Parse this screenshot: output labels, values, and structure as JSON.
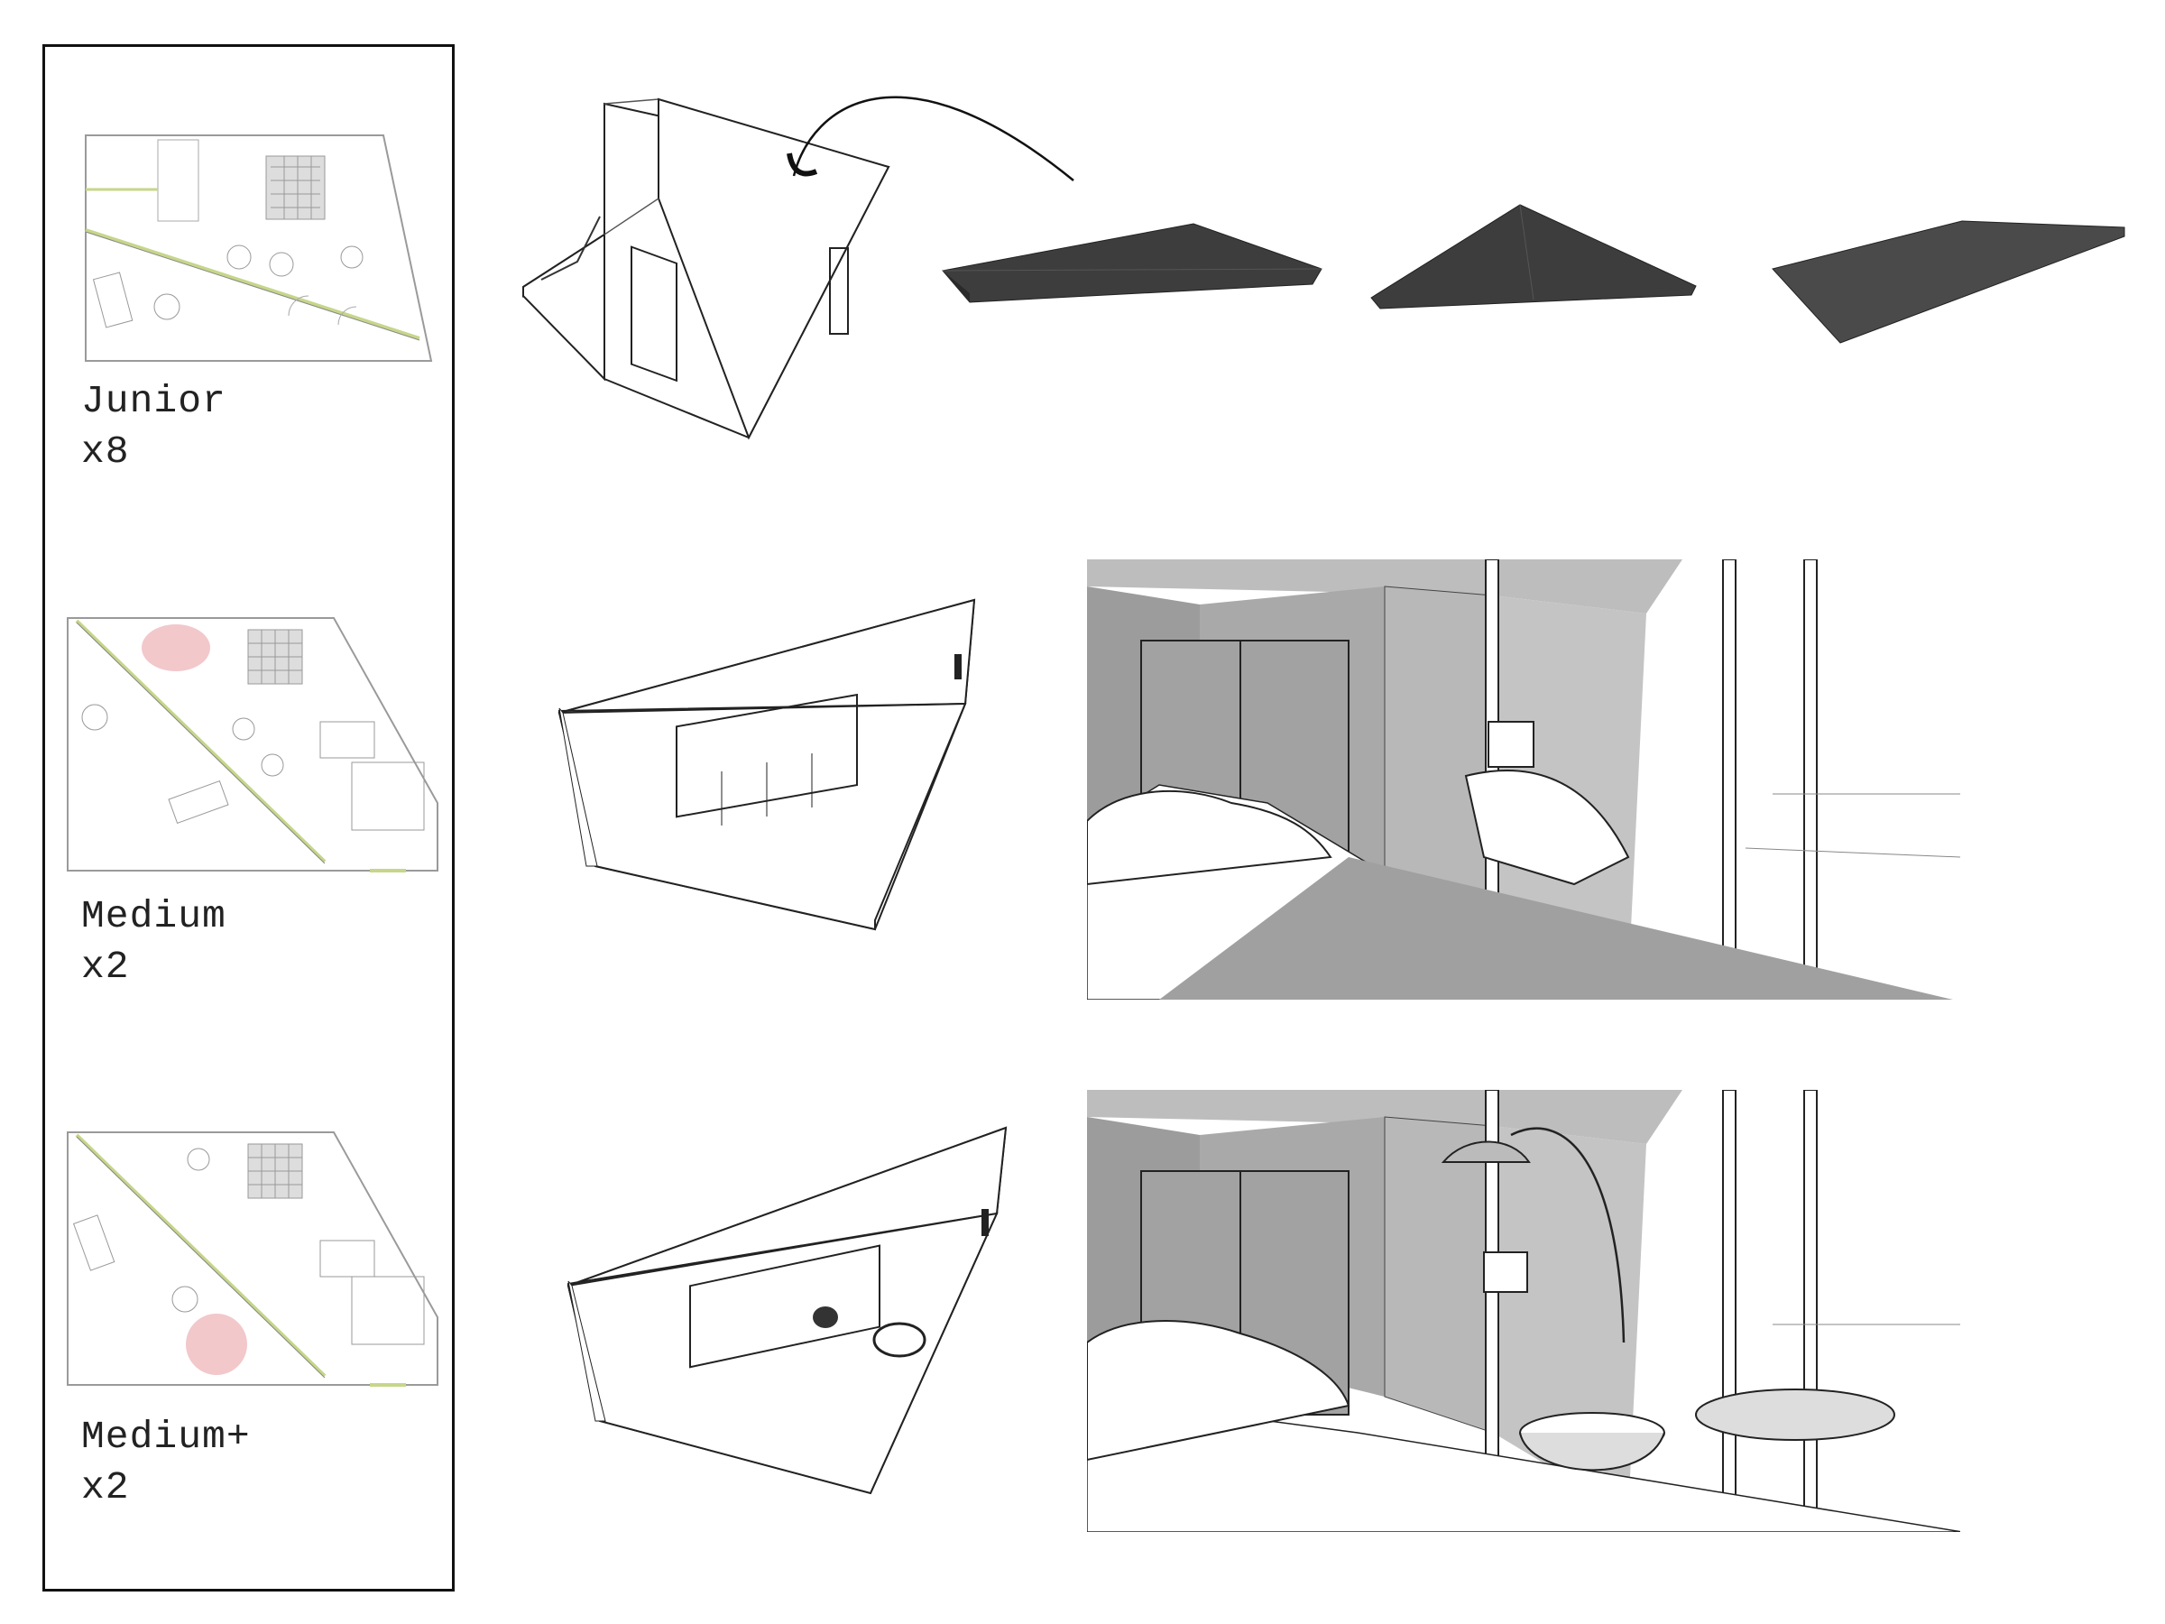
{
  "units": [
    {
      "name": "Junior",
      "count": "x8"
    },
    {
      "name": "Medium",
      "count": "x2"
    },
    {
      "name": "Medium+",
      "count": "x2"
    }
  ],
  "colors": {
    "highlight": "#e9a3a8",
    "plan_line": "#9a9a9a",
    "wall_accent": "#c6d68a",
    "roof": "#3d3d3d",
    "shadow": "#a8a8a8"
  }
}
